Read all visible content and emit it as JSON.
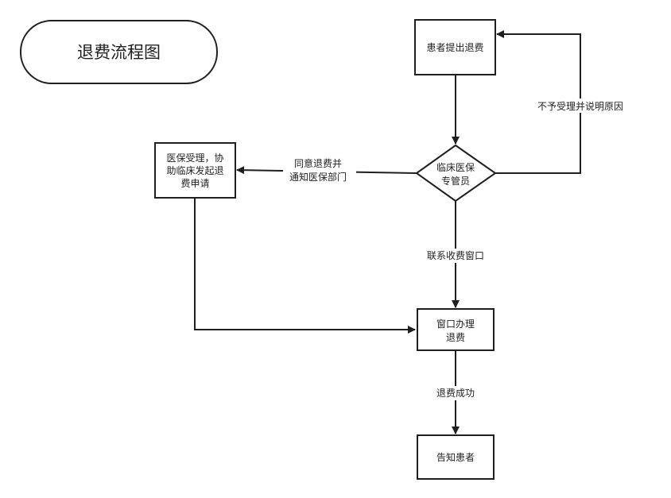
{
  "title": "退费流程图",
  "nodes": {
    "patient_request": "患者提出退费",
    "specialist": [
      "临床医保",
      "专管员"
    ],
    "insurance_accept": [
      "医保受理，协",
      "助临床发起退",
      "费申请"
    ],
    "window_process": [
      "窗口办理",
      "退费"
    ],
    "notify_patient": "告知患者"
  },
  "edges": {
    "reject": "不予受理并说明原因",
    "agree": [
      "同意退费并",
      "通知医保部门"
    ],
    "contact_window": "联系收费窗口",
    "refund_success": "退费成功"
  },
  "colors": {
    "stroke": "#1f1f1f",
    "fill": "#ffffff"
  }
}
